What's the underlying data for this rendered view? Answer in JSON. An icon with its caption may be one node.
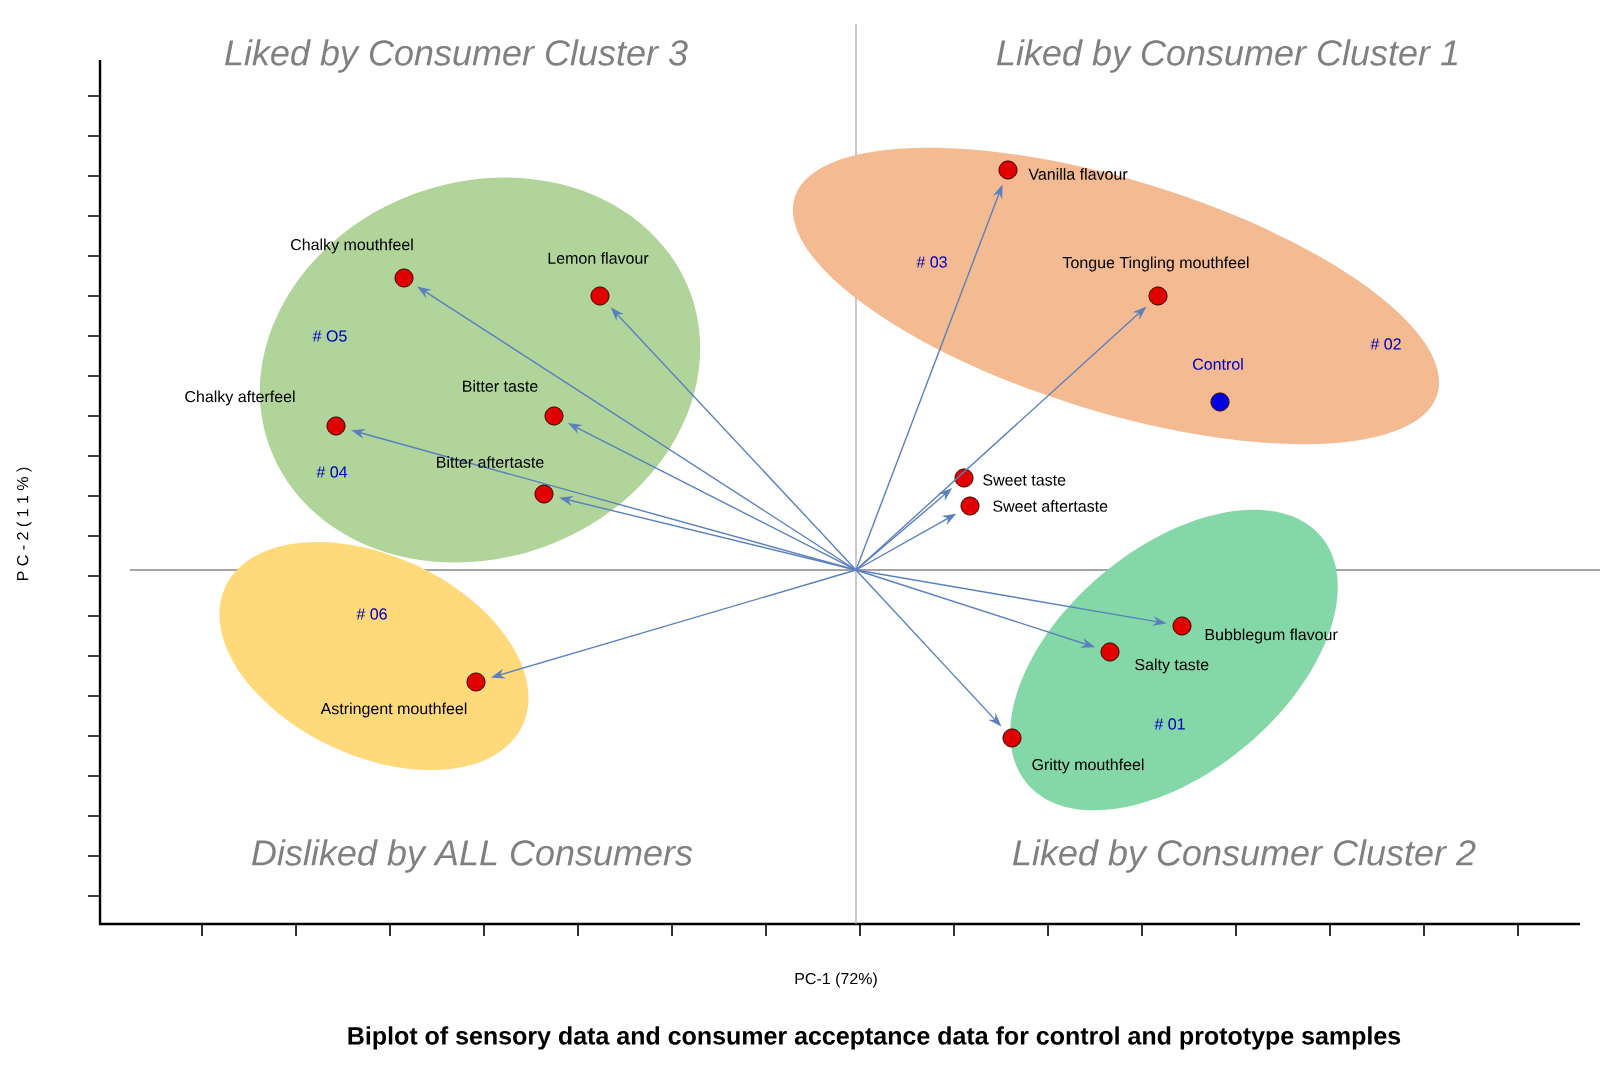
{
  "diagram": {
    "caption": "Biplot of sensory data and consumer acceptance data for control and prototype samples",
    "nodes": [
      {
        "text": [
          "# O5",
          "# 04"
        ]
      },
      {
        "text": [],
        "shape": "circle",
        "beside": [
          "Chalky mouthfeel"
        ],
        "in": 0
      },
      {
        "text": [],
        "shape": "circle",
        "beside": [
          "Lemon flavour"
        ],
        "in": 0
      },
      {
        "text": [],
        "shape": "circle",
        "beside": [
          "Bitter taste"
        ],
        "in": 0
      },
      {
        "text": [],
        "shape": "circle",
        "beside": [
          "Chalky afterfeel"
        ],
        "in": 0
      },
      {
        "text": [],
        "shape": "circle",
        "beside": [
          "Bitter aftertaste"
        ],
        "in": 0
      },
      {
        "text": [
          "# 03",
          "# 02"
        ]
      },
      {
        "text": [],
        "shape": "circle",
        "beside": [
          "Vanilla flavour"
        ],
        "in": 6
      },
      {
        "text": [],
        "shape": "circle",
        "beside": [
          "Tongue Tingling mouthfeel"
        ],
        "in": 6
      },
      {
        "text": [],
        "shape": "circle",
        "beside": [
          "Control"
        ],
        "in": 6
      },
      {
        "text": [],
        "shape": "circle",
        "beside": [
          "Sweet taste"
        ]
      },
      {
        "text": [],
        "shape": "circle",
        "beside": [
          "Sweet aftertaste"
        ]
      },
      {
        "text": [
          "# 06"
        ]
      },
      {
        "text": [],
        "shape": "circle",
        "beside": [
          "Astringent mouthfeel"
        ],
        "in": 12
      },
      {
        "text": [
          "# 01"
        ]
      },
      {
        "text": [],
        "shape": "circle",
        "beside": [
          "Bubblegum flavour"
        ],
        "in": 14
      },
      {
        "text": [],
        "shape": "circle",
        "beside": [
          "Salty taste"
        ],
        "in": 14
      },
      {
        "text": [],
        "shape": "circle",
        "beside": [
          "Gritty mouthfeel"
        ],
        "in": 14
      }
    ],
    "edges": [
      {
        "from": null,
        "to": 1,
        "arrow": "to"
      },
      {
        "from": null,
        "to": 2,
        "arrow": "to"
      },
      {
        "from": null,
        "to": 3,
        "arrow": "to"
      },
      {
        "from": null,
        "to": 4,
        "arrow": "to"
      },
      {
        "from": null,
        "to": 5,
        "arrow": "to"
      },
      {
        "from": null,
        "to": 7,
        "arrow": "to"
      },
      {
        "from": null,
        "to": 8,
        "arrow": "to"
      },
      {
        "from": null,
        "to": 10,
        "arrow": "to"
      },
      {
        "from": null,
        "to": 11,
        "arrow": "to"
      },
      {
        "from": null,
        "to": 13,
        "arrow": "to"
      },
      {
        "from": null,
        "to": 15,
        "arrow": "to"
      },
      {
        "from": null,
        "to": 16,
        "arrow": "to"
      },
      {
        "from": null,
        "to": 17,
        "arrow": "to"
      }
    ],
    "labels": [
      "Liked by Consumer Cluster 3",
      "Liked by Consumer Cluster 1",
      "P C - 2 ( 1 1 % )",
      "Disliked by ALL Consumers",
      "Liked by Consumer Cluster 2",
      "PC-1 (72%)"
    ]
  }
}
